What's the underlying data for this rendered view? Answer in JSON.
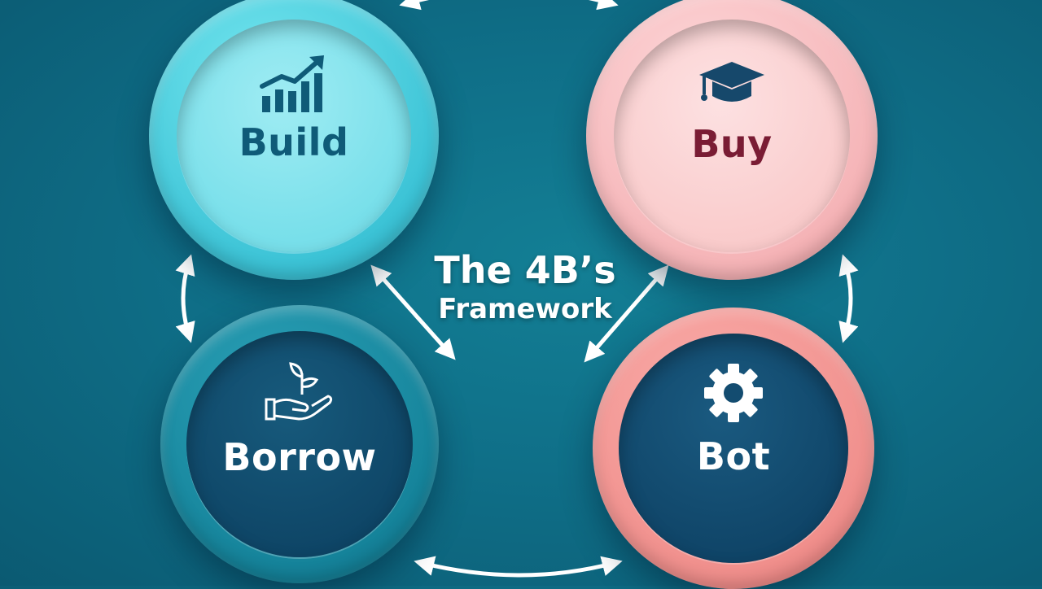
{
  "title": {
    "line1": "The 4B’s",
    "line2": "Framework"
  },
  "nodes": {
    "build": {
      "label": "Build",
      "icon": "bar-chart-growth-icon"
    },
    "buy": {
      "label": "Buy",
      "icon": "graduation-cap-icon"
    },
    "borrow": {
      "label": "Borrow",
      "icon": "hand-plant-icon"
    },
    "bot": {
      "label": "Bot",
      "icon": "gear-icon"
    }
  },
  "colors": {
    "background": "#0f6f88",
    "build": "#3cc3d6",
    "buy": "#f5b4b7",
    "borrow": "#15839a",
    "bot": "#f08f8c",
    "arrow": "#ffffff"
  }
}
